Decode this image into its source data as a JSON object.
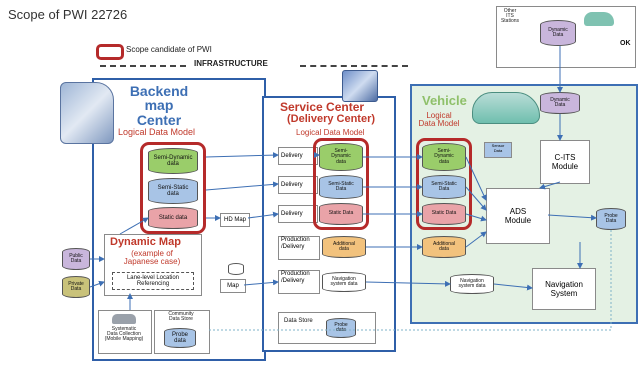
{
  "page_title": "Scope of PWI 22726",
  "legend": {
    "label": "Scope candidate of PWI"
  },
  "infrastructure_label": "INFRASTRUCTURE",
  "backend": {
    "title": "Backend\nmap\nCenter",
    "subtitle": "Logical Data Model",
    "semi_dynamic": "Semi-Dynamic\ndata",
    "semi_static": "Semi-Static\ndata",
    "static": "Static data",
    "dynamic_map_title": "Dynamic Map",
    "dynamic_map_sub": "(example of\nJapanese case)",
    "lane_level": "Lane-level Location\nReferencing",
    "systematic": "Systematic\nData Collection\n(Mobile Mapping)",
    "community": "Community\nData Store",
    "probe": "Probe\ndata"
  },
  "left_cyls": {
    "top": "Public\nData",
    "bottom": "Private\nData"
  },
  "service_center": {
    "title": "Service Center",
    "subtitle": "(Delivery Center)",
    "model": "Logical Data Model",
    "delivery": "Delivery",
    "semi_dynamic": "Semi-\nDynamic\ndata",
    "semi_static": "Semi-Static\nData",
    "static": "Static Data",
    "production_delivery": "Production\n/Delivery",
    "additional": "Additional\ndata",
    "navigation": "Navigation\nsystem data",
    "data_store": "Data Store",
    "probe": "Probe\ndata"
  },
  "hd_map": "HD Map",
  "map": "Map",
  "vehicle": {
    "title": "Vehicle",
    "model": "Logical\nData Model",
    "semi_dynamic": "Semi-\nDynamic\ndata",
    "semi_static": "Semi-Static\nData",
    "static": "Static Data",
    "additional": "Additional\ndata",
    "navigation": "Navigation\nsystem data",
    "sensor": "Sensor\nData",
    "cits": "C-ITS\nModule",
    "ads": "ADS\nModule",
    "nav": "Navigation\nSystem",
    "dyn": "Dynamic\nData",
    "probe": "Probe\nData"
  },
  "other": {
    "title": "Other\nITS Stations",
    "dyn": "Dynamic\nData",
    "ok": "OK"
  },
  "colors": {
    "panel": "#2f5fa8",
    "red": "#b52a2a",
    "green": "#9acd6a",
    "blue": "#a8c4e6",
    "pink": "#e9a3a8",
    "orange": "#f2c27d"
  }
}
